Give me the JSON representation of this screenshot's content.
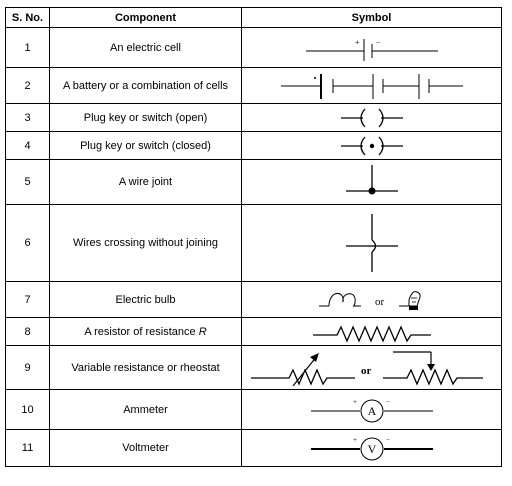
{
  "headers": {
    "sno": "S. No.",
    "component": "Component",
    "symbol": "Symbol"
  },
  "rows": [
    {
      "sno": "1",
      "component": "An electric cell",
      "symbol": "cell-symbol"
    },
    {
      "sno": "2",
      "component": "A battery or a combination of cells",
      "symbol": "battery-symbol"
    },
    {
      "sno": "3",
      "component": "Plug key or switch (open)",
      "symbol": "open-switch-symbol"
    },
    {
      "sno": "4",
      "component": "Plug key or switch (closed)",
      "symbol": "closed-switch-symbol"
    },
    {
      "sno": "5",
      "component": "A wire joint",
      "symbol": "wire-joint-symbol"
    },
    {
      "sno": "6",
      "component": "Wires crossing without joining",
      "symbol": "wire-crossing-symbol"
    },
    {
      "sno": "7",
      "component": "Electric bulb",
      "symbol": "bulb-symbol"
    },
    {
      "sno": "8",
      "component": "A resistor of resistance R",
      "symbol": "resistor-symbol"
    },
    {
      "sno": "9",
      "component": "Variable resistance or rheostat",
      "symbol": "rheostat-symbol"
    },
    {
      "sno": "10",
      "component": "Ammeter",
      "symbol": "ammeter-symbol"
    },
    {
      "sno": "11",
      "component": "Voltmeter",
      "symbol": "voltmeter-symbol"
    }
  ],
  "symbol_text": {
    "or": "or",
    "plus": "+",
    "minus": "−",
    "ammeter_letter": "A",
    "voltmeter_letter": "V"
  }
}
